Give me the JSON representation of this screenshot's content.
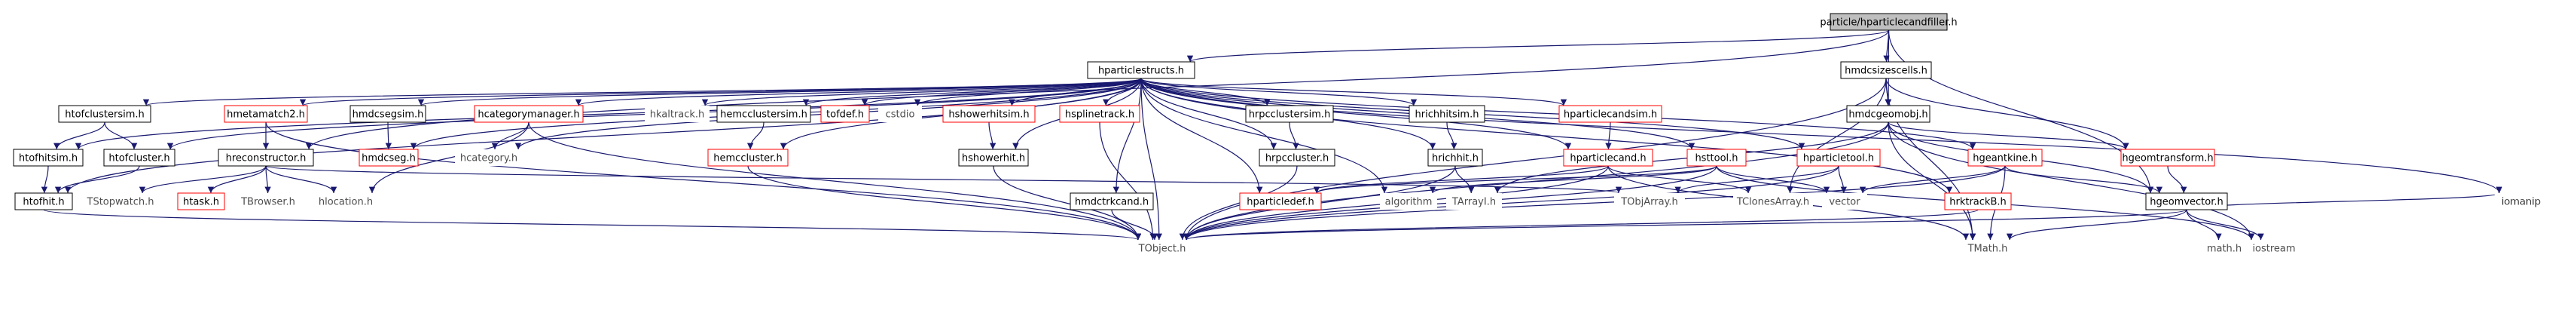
{
  "graph": {
    "kind": "include-dependency-graph",
    "colors": {
      "edge": "#191970",
      "node_border_normal": "#000000",
      "node_border_missing": "#ff0000",
      "node_border_system": "#bfbfbf",
      "root_fill": "#bfbfbf",
      "text_normal": "#000000",
      "text_system": "#4d4d4d"
    },
    "nodes": [
      {
        "id": "root",
        "label": "particle/hparticlecandfiller.h",
        "style": "root"
      },
      {
        "id": "hparticlestructs",
        "label": "hparticlestructs.h",
        "style": "normal"
      },
      {
        "id": "hmdcsizescells",
        "label": "hmdcsizescells.h",
        "style": "normal"
      },
      {
        "id": "hmdcgeomobj",
        "label": "hmdcgeomobj.h",
        "style": "normal"
      },
      {
        "id": "htofclustersim",
        "label": "htofclustersim.h",
        "style": "normal"
      },
      {
        "id": "hmetamatch2",
        "label": "hmetamatch2.h",
        "style": "missing"
      },
      {
        "id": "hmdcsegsim",
        "label": "hmdcsegsim.h",
        "style": "normal"
      },
      {
        "id": "hcategorymanager",
        "label": "hcategorymanager.h",
        "style": "missing"
      },
      {
        "id": "hkaltrack",
        "label": "hkaltrack.h",
        "style": "system"
      },
      {
        "id": "hemcclustersim",
        "label": "hemcclustersim.h",
        "style": "normal"
      },
      {
        "id": "tofdef",
        "label": "tofdef.h",
        "style": "missing"
      },
      {
        "id": "cstdio",
        "label": "cstdio",
        "style": "system"
      },
      {
        "id": "hshowerhitsim",
        "label": "hshowerhitsim.h",
        "style": "missing"
      },
      {
        "id": "hsplinetrack",
        "label": "hsplinetrack.h",
        "style": "missing"
      },
      {
        "id": "hrpcclustersim",
        "label": "hrpcclustersim.h",
        "style": "normal"
      },
      {
        "id": "hrichhitsim",
        "label": "hrichhitsim.h",
        "style": "normal"
      },
      {
        "id": "hparticlecandsim",
        "label": "hparticlecandsim.h",
        "style": "missing"
      },
      {
        "id": "htofhitsim",
        "label": "htofhitsim.h",
        "style": "normal"
      },
      {
        "id": "htofcluster",
        "label": "htofcluster.h",
        "style": "normal"
      },
      {
        "id": "hreconstructor",
        "label": "hreconstructor.h",
        "style": "normal"
      },
      {
        "id": "hmdcseg",
        "label": "hmdcseg.h",
        "style": "missing"
      },
      {
        "id": "hcategory",
        "label": "hcategory.h",
        "style": "system"
      },
      {
        "id": "hemccluster",
        "label": "hemccluster.h",
        "style": "missing"
      },
      {
        "id": "hshowerhit",
        "label": "hshowerhit.h",
        "style": "normal"
      },
      {
        "id": "hrpccluster",
        "label": "hrpccluster.h",
        "style": "normal"
      },
      {
        "id": "hrichhit",
        "label": "hrichhit.h",
        "style": "normal"
      },
      {
        "id": "hparticlecand",
        "label": "hparticlecand.h",
        "style": "missing"
      },
      {
        "id": "hsttool",
        "label": "hsttool.h",
        "style": "missing"
      },
      {
        "id": "hparticletool",
        "label": "hparticletool.h",
        "style": "missing"
      },
      {
        "id": "hgeantkine",
        "label": "hgeantkine.h",
        "style": "missing"
      },
      {
        "id": "hgeomtransform",
        "label": "hgeomtransform.h",
        "style": "missing"
      },
      {
        "id": "htofhit",
        "label": "htofhit.h",
        "style": "normal"
      },
      {
        "id": "tstopwatch",
        "label": "TStopwatch.h",
        "style": "system"
      },
      {
        "id": "htask",
        "label": "htask.h",
        "style": "missing"
      },
      {
        "id": "tbrowser",
        "label": "TBrowser.h",
        "style": "system"
      },
      {
        "id": "hlocation",
        "label": "hlocation.h",
        "style": "system"
      },
      {
        "id": "hmdctrkcand",
        "label": "hmdctrkcand.h",
        "style": "normal"
      },
      {
        "id": "hparticledef",
        "label": "hparticledef.h",
        "style": "missing"
      },
      {
        "id": "algorithm",
        "label": "algorithm",
        "style": "system"
      },
      {
        "id": "tarrayi",
        "label": "TArrayI.h",
        "style": "system"
      },
      {
        "id": "tobjarray",
        "label": "TObjArray.h",
        "style": "system"
      },
      {
        "id": "tclonesarray",
        "label": "TClonesArray.h",
        "style": "system"
      },
      {
        "id": "vector",
        "label": "vector",
        "style": "system"
      },
      {
        "id": "hrktrackb",
        "label": "hrktrackB.h",
        "style": "missing"
      },
      {
        "id": "hgeomvector",
        "label": "hgeomvector.h",
        "style": "normal"
      },
      {
        "id": "iomanip",
        "label": "iomanip",
        "style": "system"
      },
      {
        "id": "tobject",
        "label": "TObject.h",
        "style": "system"
      },
      {
        "id": "tmath",
        "label": "TMath.h",
        "style": "system"
      },
      {
        "id": "mathh",
        "label": "math.h",
        "style": "system"
      },
      {
        "id": "iostream",
        "label": "iostream",
        "style": "system"
      }
    ],
    "edges": [
      [
        "root",
        "hparticlestructs"
      ],
      [
        "root",
        "hmdcsizescells"
      ],
      [
        "root",
        "hmdcgeomobj"
      ],
      [
        "root",
        "hgeomvector"
      ],
      [
        "root",
        "hreconstructor"
      ],
      [
        "hparticlestructs",
        "htofclustersim"
      ],
      [
        "hparticlestructs",
        "hmetamatch2"
      ],
      [
        "hparticlestructs",
        "hmdcsegsim"
      ],
      [
        "hparticlestructs",
        "hcategorymanager"
      ],
      [
        "hparticlestructs",
        "hkaltrack"
      ],
      [
        "hparticlestructs",
        "hemcclustersim"
      ],
      [
        "hparticlestructs",
        "tofdef"
      ],
      [
        "hparticlestructs",
        "cstdio"
      ],
      [
        "hparticlestructs",
        "hshowerhitsim"
      ],
      [
        "hparticlestructs",
        "hsplinetrack"
      ],
      [
        "hparticlestructs",
        "hrpcclustersim"
      ],
      [
        "hparticlestructs",
        "hrichhitsim"
      ],
      [
        "hparticlestructs",
        "hparticlecandsim"
      ],
      [
        "hparticlestructs",
        "htofhitsim"
      ],
      [
        "hparticlestructs",
        "htofcluster"
      ],
      [
        "hparticlestructs",
        "htofhit"
      ],
      [
        "hparticlestructs",
        "hmdcseg"
      ],
      [
        "hparticlestructs",
        "hcategory"
      ],
      [
        "hparticlestructs",
        "hemccluster"
      ],
      [
        "hparticlestructs",
        "hshowerhit"
      ],
      [
        "hparticlestructs",
        "hmdctrkcand"
      ],
      [
        "hparticlestructs",
        "tobject"
      ],
      [
        "hparticlestructs",
        "hparticledef"
      ],
      [
        "hparticlestructs",
        "hrpccluster"
      ],
      [
        "hparticlestructs",
        "algorithm"
      ],
      [
        "hparticlestructs",
        "hrichhit"
      ],
      [
        "hparticlestructs",
        "hparticlecand"
      ],
      [
        "hparticlestructs",
        "hsttool"
      ],
      [
        "hparticlestructs",
        "hparticletool"
      ],
      [
        "hparticlestructs",
        "hgeantkine"
      ],
      [
        "hparticlestructs",
        "hrktrackb"
      ],
      [
        "hparticlestructs",
        "iomanip"
      ],
      [
        "hmdcsizescells",
        "hmdcgeomobj"
      ],
      [
        "hmdcsizescells",
        "hgeomtransform"
      ],
      [
        "hmdcsizescells",
        "tobject"
      ],
      [
        "hmdcsizescells",
        "tmath"
      ],
      [
        "hmdcsizescells",
        "tclonesarray"
      ],
      [
        "hmdcgeomobj",
        "hgeomtransform"
      ],
      [
        "hmdcgeomobj",
        "hgeomvector"
      ],
      [
        "hmdcgeomobj",
        "tobject"
      ],
      [
        "hmdcgeomobj",
        "tarrayi"
      ],
      [
        "hmdcgeomobj",
        "tmath"
      ],
      [
        "hmdcgeomobj",
        "iostream"
      ],
      [
        "htofclustersim",
        "htofcluster"
      ],
      [
        "htofclustersim",
        "htofhitsim"
      ],
      [
        "htofhitsim",
        "htofhit"
      ],
      [
        "htofcluster",
        "htofhit"
      ],
      [
        "htofhit",
        "tobject"
      ],
      [
        "hmetamatch2",
        "hreconstructor"
      ],
      [
        "hmetamatch2",
        "tobject"
      ],
      [
        "hmdcsegsim",
        "hmdcseg"
      ],
      [
        "hcategorymanager",
        "hcategory"
      ],
      [
        "hcategorymanager",
        "hlocation"
      ],
      [
        "hcategorymanager",
        "tobject"
      ],
      [
        "hemcclustersim",
        "hemccluster"
      ],
      [
        "hemccluster",
        "tobject"
      ],
      [
        "hshowerhitsim",
        "hshowerhit"
      ],
      [
        "hshowerhit",
        "tobject"
      ],
      [
        "hsplinetrack",
        "tobject"
      ],
      [
        "hrpcclustersim",
        "hrpccluster"
      ],
      [
        "hrpccluster",
        "tobject"
      ],
      [
        "hrichhitsim",
        "hrichhit"
      ],
      [
        "hrichhit",
        "tobject"
      ],
      [
        "hrichhit",
        "tarrayi"
      ],
      [
        "hparticlecandsim",
        "hparticlecand"
      ],
      [
        "hparticlecand",
        "hparticledef"
      ],
      [
        "hparticlecand",
        "tobject"
      ],
      [
        "hparticlecand",
        "tmath"
      ],
      [
        "hparticlecand",
        "tclonesarray"
      ],
      [
        "hreconstructor",
        "tstopwatch"
      ],
      [
        "hreconstructor",
        "htask"
      ],
      [
        "hreconstructor",
        "tbrowser"
      ],
      [
        "hreconstructor",
        "hlocation"
      ],
      [
        "hreconstructor",
        "tobjarray"
      ],
      [
        "hmdctrkcand",
        "tobject"
      ],
      [
        "hsttool",
        "hparticledef"
      ],
      [
        "hsttool",
        "tobject"
      ],
      [
        "hsttool",
        "algorithm"
      ],
      [
        "hsttool",
        "vector"
      ],
      [
        "hsttool",
        "iostream"
      ],
      [
        "hparticletool",
        "tobject"
      ],
      [
        "hparticletool",
        "tobjarray"
      ],
      [
        "hparticletool",
        "vector"
      ],
      [
        "hgeantkine",
        "hgeomvector"
      ],
      [
        "hgeantkine",
        "tobject"
      ],
      [
        "hgeantkine",
        "vector"
      ],
      [
        "hgeantkine",
        "tmath"
      ],
      [
        "hgeomtransform",
        "hgeomvector"
      ],
      [
        "hrktrackb",
        "tobject"
      ],
      [
        "hgeomvector",
        "tobject"
      ],
      [
        "hgeomvector",
        "tmath"
      ],
      [
        "hgeomvector",
        "mathh"
      ],
      [
        "hgeomvector",
        "iostream"
      ],
      [
        "hgeomvector",
        "iomanip"
      ]
    ]
  }
}
